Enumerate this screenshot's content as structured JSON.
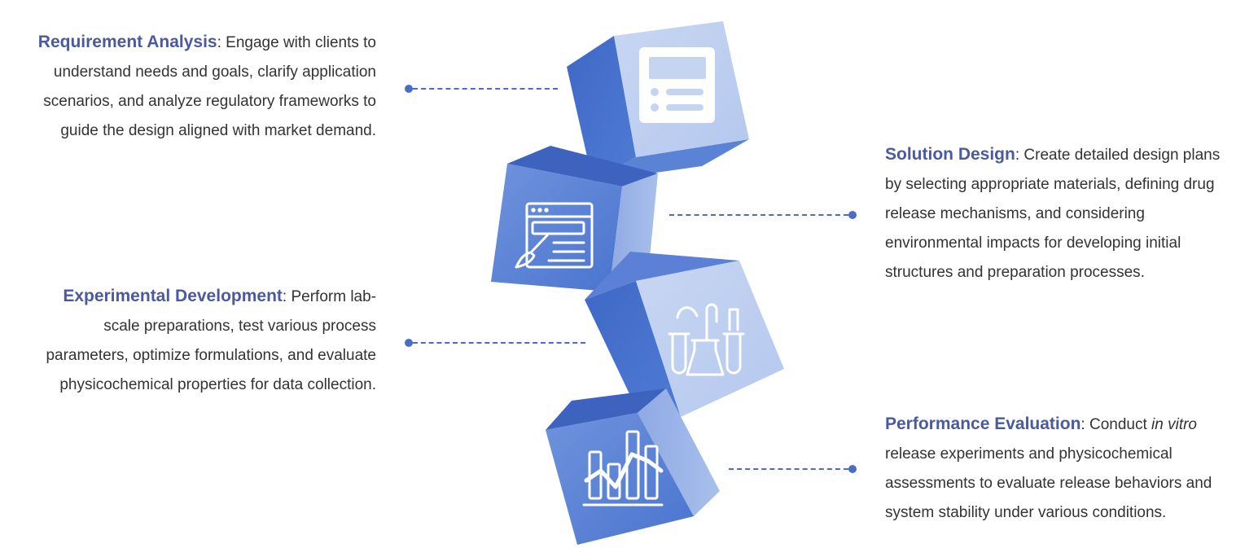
{
  "steps": [
    {
      "title": "Requirement Analysis",
      "separator": ": ",
      "lines": [
        "Engage with clients to",
        "understand needs and goals, clarify application",
        "scenarios, and analyze regulatory frameworks to",
        "guide the design aligned with market demand."
      ],
      "icon": "document-form-icon"
    },
    {
      "title": "Solution Design",
      "separator": ": ",
      "lines": [
        "Create detailed design plans",
        "by selecting appropriate materials, defining drug",
        "release mechanisms, and considering",
        "environmental impacts for developing initial",
        "structures and preparation processes."
      ],
      "icon": "web-design-brush-icon"
    },
    {
      "title": "Experimental Development",
      "separator": ": ",
      "lines": [
        "Perform lab-",
        "scale preparations, test various process",
        "parameters, optimize formulations, and evaluate",
        "physicochemical properties for data collection."
      ],
      "icon": "lab-glassware-icon"
    },
    {
      "title": "Performance Evaluation",
      "separator": ": ",
      "lines_rich": {
        "first_prefix": "Conduct ",
        "first_italic": "in vitro",
        "rest": [
          "release experiments and physicochemical",
          "assessments to evaluate release behaviors and",
          "system stability under various conditions."
        ]
      },
      "icon": "bar-chart-trend-icon"
    }
  ],
  "colors": {
    "heading": "#4a5aa0",
    "body_text": "#333333",
    "connector": "#4a6cc8",
    "cube_dark": "#4470cc",
    "cube_mid": "#6b8fdb",
    "cube_light": "#c5d4f1"
  }
}
